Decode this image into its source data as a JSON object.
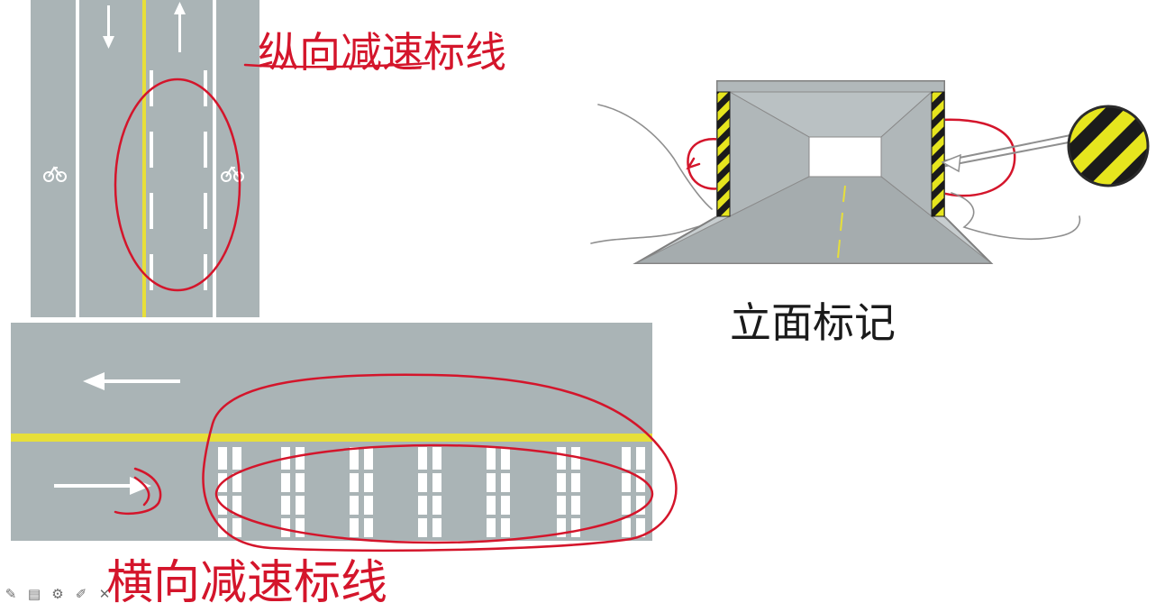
{
  "labels": {
    "longitudinal": "纵向减速标线",
    "transverse": "横向减速标线",
    "facade": "立面标记"
  },
  "colors": {
    "road": "#aab4b6",
    "lane_line": "#ffffff",
    "center_line": "#e7df3a",
    "annotation": "#d4152b",
    "tunnel_wall": "#b9c0c2",
    "hazard_yellow": "#e6e51e",
    "hazard_black": "#1b1b1b"
  },
  "toolbar": {
    "icons": [
      "pen-icon",
      "save-icon",
      "settings-icon",
      "eraser-icon",
      "close-icon"
    ]
  }
}
